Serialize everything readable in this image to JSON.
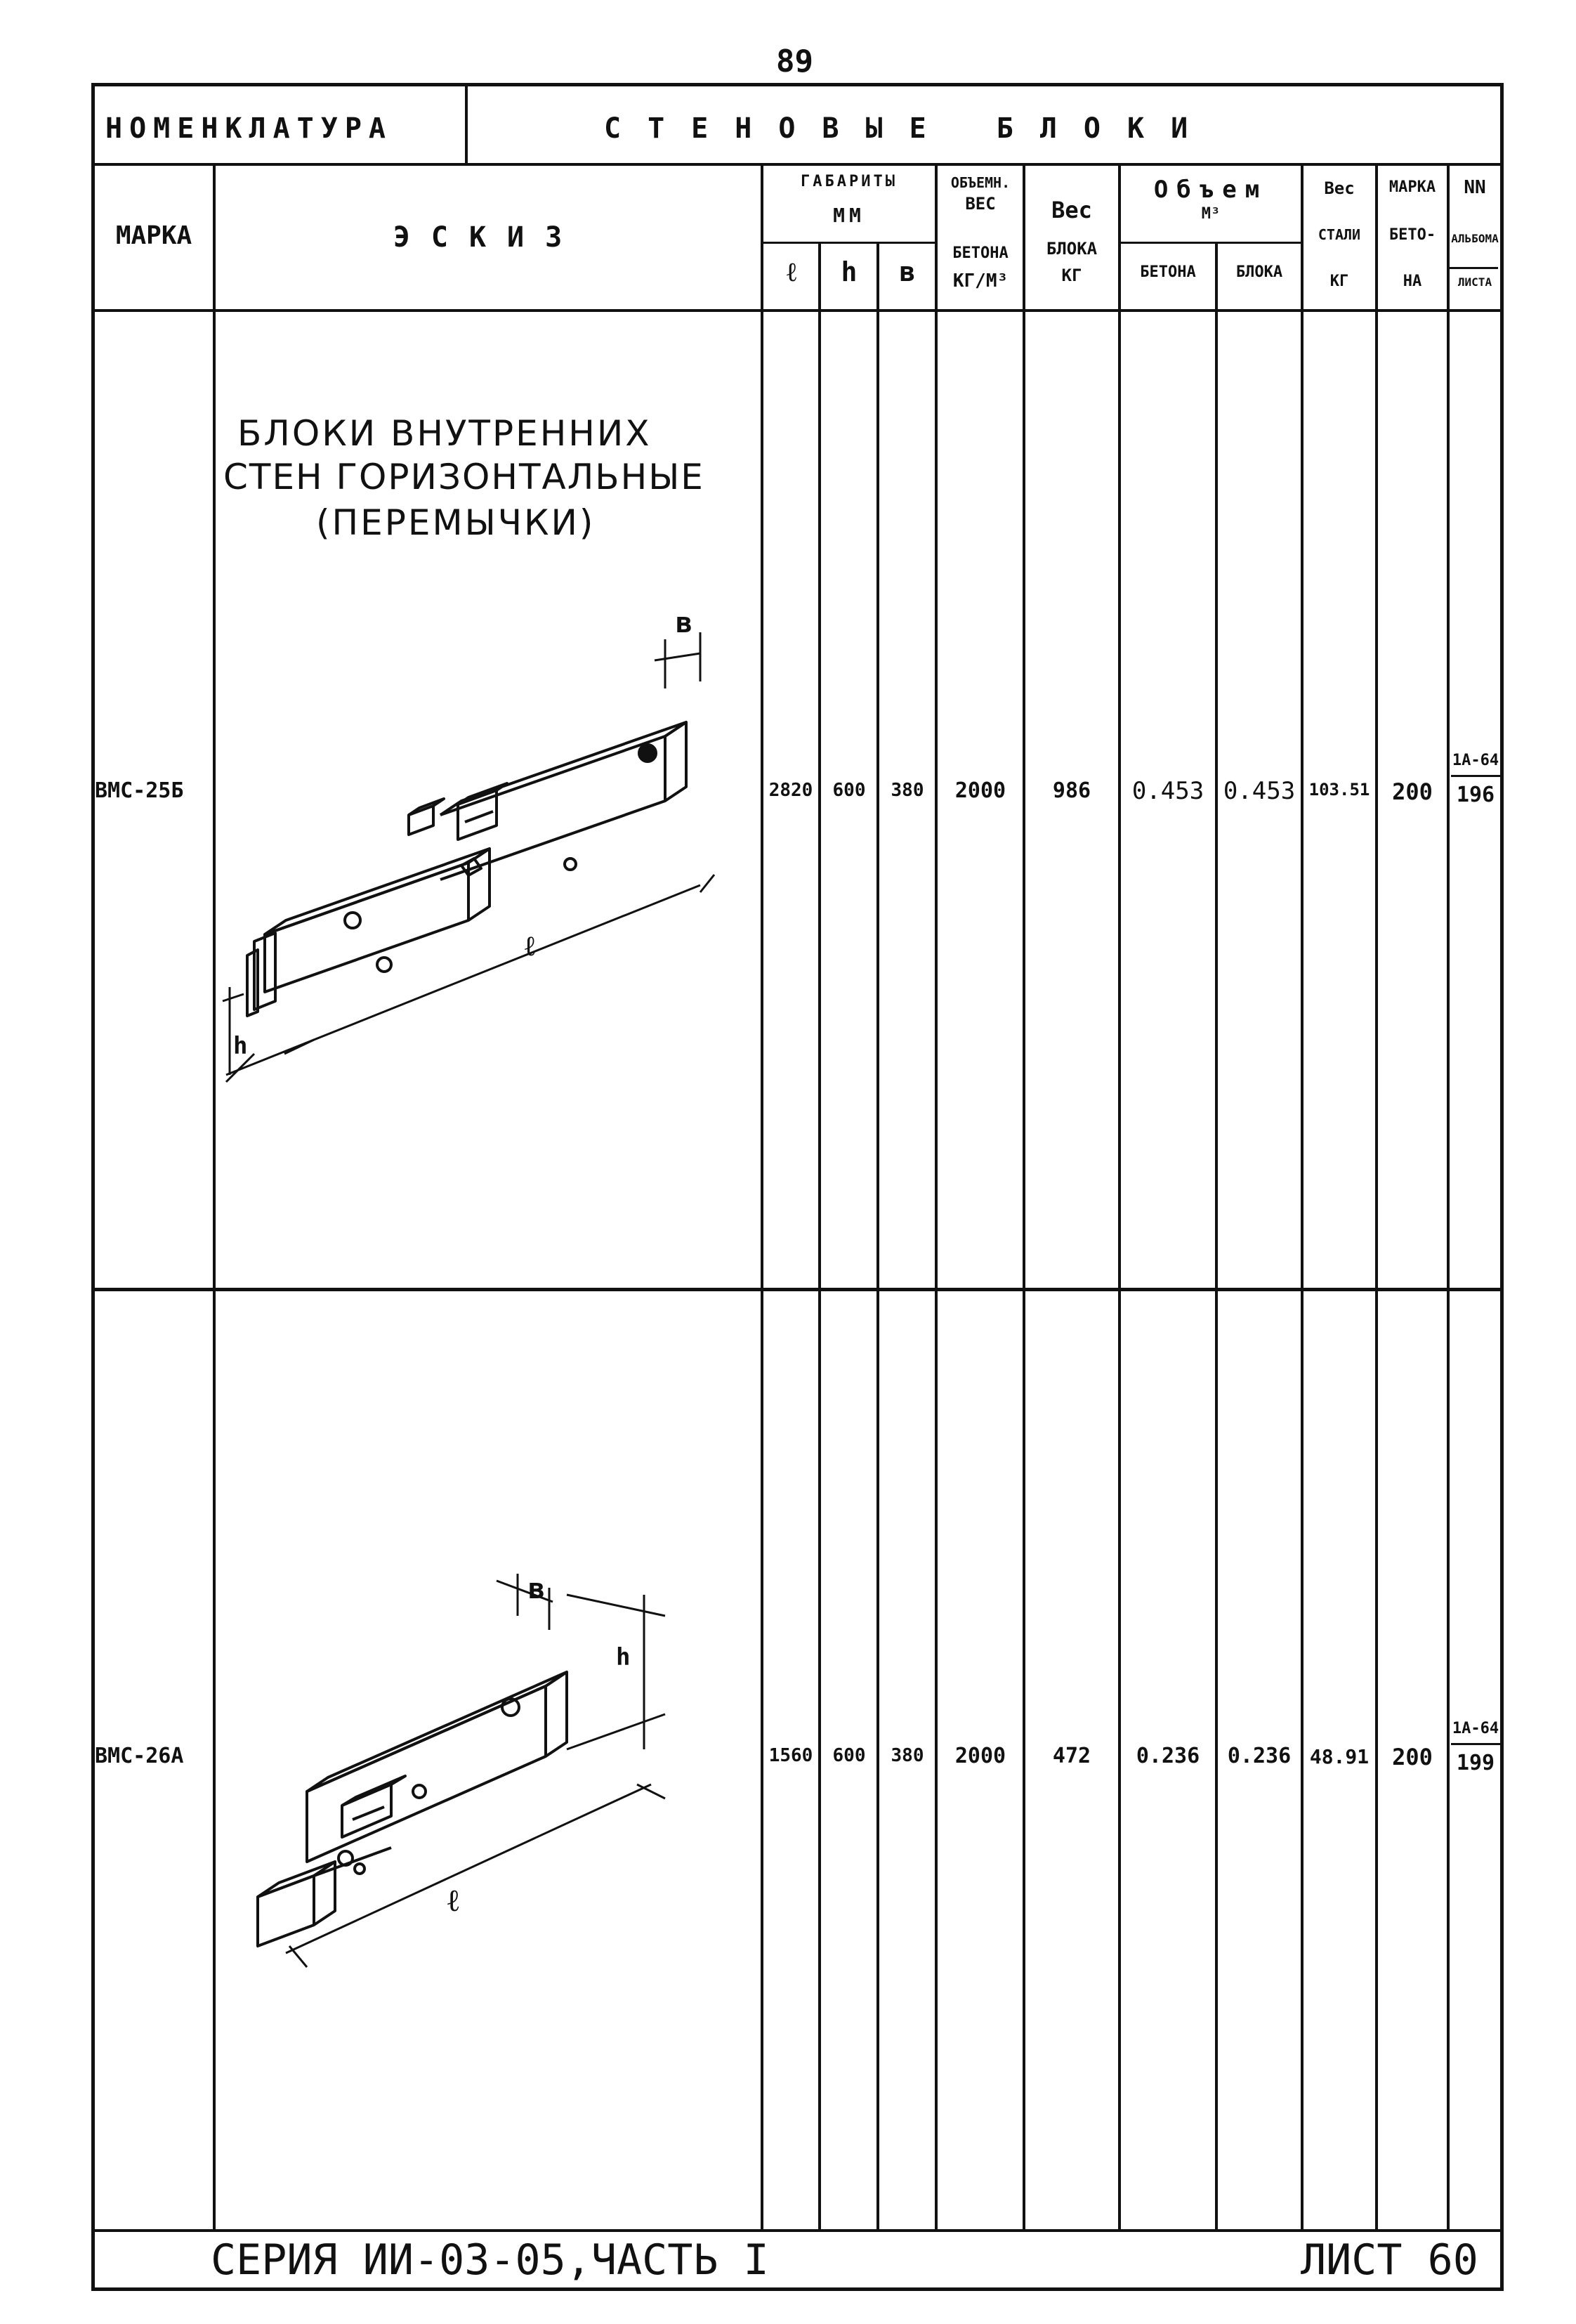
{
  "page_number": "89",
  "header": {
    "left_title": "НОМЕНКЛАТУРА",
    "right_title": "СТЕНОВЫЕ БЛОКИ"
  },
  "columns": {
    "marka": "МАРКА",
    "eskiz": "ЭСКИЗ",
    "gabarity": "ГАБАРИТЫ",
    "gabarity_unit": "ММ",
    "l": "ℓ",
    "h": "h",
    "b": "в",
    "obem_ves_1": "ОБЪЕМН.",
    "obem_ves_2": "ВЕС",
    "obem_ves_3": "БЕТОНА",
    "obem_ves_4": "КГ/М³",
    "ves_bloka_1": "Вес",
    "ves_bloka_2": "БЛОКА",
    "ves_bloka_3": "КГ",
    "obem": "Объем",
    "obem_unit": "М³",
    "betona": "БЕТОНА",
    "bloka": "БЛОКА",
    "ves_stali_1": "Вес",
    "ves_stali_2": "СТАЛИ",
    "ves_stali_3": "КГ",
    "marka_betona_1": "МАРКА",
    "marka_betona_2": "БЕТО-",
    "marka_betona_3": "НА",
    "albom_1": "NN",
    "albom_2": "АЛЬБОМА",
    "albom_3": "ЛИСТА"
  },
  "sketch_title": {
    "line1": "БЛОКИ ВНУТРЕННИХ",
    "line2": "СТЕН ГОРИЗОНТАЛЬНЫЕ",
    "line3": "(ПЕРЕМЫЧКИ)"
  },
  "dim_labels": {
    "b": "в",
    "h": "h",
    "l": "ℓ"
  },
  "rows": [
    {
      "marka": "ВМС-25Б",
      "l": "2820",
      "h": "600",
      "b": "380",
      "obem_ves": "2000",
      "ves_bloka": "986",
      "obem_betona": "0.453",
      "obem_bloka": "0.453",
      "ves_stali": "103.51",
      "marka_betona": "200",
      "albom": "1А-64",
      "list": "196"
    },
    {
      "marka": "ВМС-26А",
      "l": "1560",
      "h": "600",
      "b": "380",
      "obem_ves": "2000",
      "ves_bloka": "472",
      "obem_betona": "0.236",
      "obem_bloka": "0.236",
      "ves_stali": "48.91",
      "marka_betona": "200",
      "albom": "1А-64",
      "list": "199"
    }
  ],
  "footer": {
    "series": "СЕРИЯ ИИ-03-05,ЧАСТЬ I",
    "sheet": "ЛИСТ 60"
  }
}
